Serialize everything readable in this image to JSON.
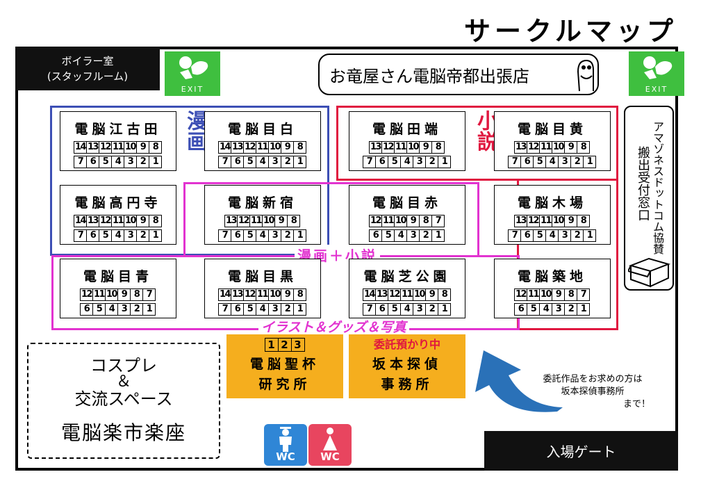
{
  "title": "サークルマップ",
  "boiler_room": {
    "line1": "ボイラー室",
    "line2": "(スタッフルーム)"
  },
  "exit_label": "EXIT",
  "shop_name": "お竜屋さん電脳帝都出張店",
  "delivery": {
    "line1": "アマゾネスドットコム協賛",
    "line2": "搬出受付窓口"
  },
  "zones": {
    "manga": "漫画",
    "novel": "小説",
    "manga_novel": "漫画＋小説",
    "illust": "イラスト＆グッズ＆写真"
  },
  "tables": [
    {
      "name": "電脳江古田",
      "row1": [
        "14",
        "13",
        "12",
        "11",
        "10",
        "9",
        "8"
      ],
      "row2": [
        "7",
        "6",
        "5",
        "4",
        "3",
        "2",
        "1"
      ]
    },
    {
      "name": "電脳目白",
      "row1": [
        "14",
        "13",
        "12",
        "11",
        "10",
        "9",
        "8"
      ],
      "row2": [
        "7",
        "6",
        "5",
        "4",
        "3",
        "2",
        "1"
      ]
    },
    {
      "name": "電脳田端",
      "row1": [
        "13",
        "12",
        "11",
        "10",
        "9",
        "8"
      ],
      "row2": [
        "7",
        "6",
        "5",
        "4",
        "3",
        "2",
        "1"
      ]
    },
    {
      "name": "電脳目黄",
      "row1": [
        "13",
        "12",
        "11",
        "10",
        "9",
        "8"
      ],
      "row2": [
        "7",
        "6",
        "5",
        "4",
        "3",
        "2",
        "1"
      ]
    },
    {
      "name": "電脳高円寺",
      "row1": [
        "14",
        "13",
        "12",
        "11",
        "10",
        "9",
        "8"
      ],
      "row2": [
        "7",
        "6",
        "5",
        "4",
        "3",
        "2",
        "1"
      ]
    },
    {
      "name": "電脳新宿",
      "row1": [
        "13",
        "12",
        "11",
        "10",
        "9",
        "8"
      ],
      "row2": [
        "7",
        "6",
        "5",
        "4",
        "3",
        "2",
        "1"
      ]
    },
    {
      "name": "電脳目赤",
      "row1": [
        "12",
        "11",
        "10",
        "9",
        "8",
        "7"
      ],
      "row2": [
        "6",
        "5",
        "4",
        "3",
        "2",
        "1"
      ]
    },
    {
      "name": "電脳木場",
      "row1": [
        "13",
        "12",
        "11",
        "10",
        "9",
        "8"
      ],
      "row2": [
        "7",
        "6",
        "5",
        "4",
        "3",
        "2",
        "1"
      ]
    },
    {
      "name": "電脳目青",
      "row1": [
        "12",
        "11",
        "10",
        "9",
        "8",
        "7"
      ],
      "row2": [
        "6",
        "5",
        "4",
        "3",
        "2",
        "1"
      ]
    },
    {
      "name": "電脳目黒",
      "row1": [
        "14",
        "13",
        "12",
        "11",
        "10",
        "9",
        "8"
      ],
      "row2": [
        "7",
        "6",
        "5",
        "4",
        "3",
        "2",
        "1"
      ]
    },
    {
      "name": "電脳芝公園",
      "row1": [
        "14",
        "13",
        "12",
        "11",
        "10",
        "9",
        "8"
      ],
      "row2": [
        "7",
        "6",
        "5",
        "4",
        "3",
        "2",
        "1"
      ]
    },
    {
      "name": "電脳築地",
      "row1": [
        "12",
        "11",
        "10",
        "9",
        "8",
        "7"
      ],
      "row2": [
        "6",
        "5",
        "4",
        "3",
        "2",
        "1"
      ]
    }
  ],
  "lab": {
    "numbers": [
      "1",
      "2",
      "3"
    ],
    "line1": "電脳聖杯",
    "line2": "研究所"
  },
  "detective": {
    "status": "委託預かり中",
    "line1": "坂本探偵",
    "line2": "事務所"
  },
  "consign_note": {
    "line1": "委託作品をお求めの方は",
    "line2": "坂本探偵事務所",
    "line3": "まで！"
  },
  "cosplay": {
    "line1": "コスプレ",
    "line2": "＆",
    "line3": "交流スペース",
    "line4": "電脳楽市楽座"
  },
  "wc": {
    "men": "WC",
    "women": "WC"
  },
  "gate": "入場ゲート",
  "colors": {
    "manga": "#3d4fb5",
    "novel": "#e0173f",
    "mixed": "#e233d0",
    "booth": "#f5ae1e",
    "exit": "#3fbf3f",
    "arrow": "#2a71b8",
    "wc_men": "#2f86d6",
    "wc_women": "#e8455f"
  }
}
